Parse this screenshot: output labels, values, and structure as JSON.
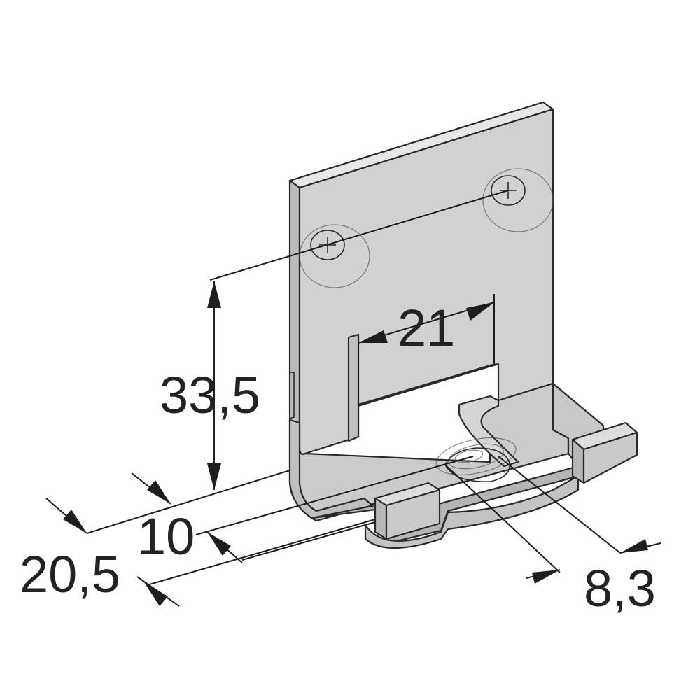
{
  "dimensions": {
    "height": "33,5",
    "slot_width": "21",
    "offset_front": "10",
    "depth": "20,5",
    "hole": "8,3"
  },
  "colors": {
    "part_face": "#cfd1d2",
    "part_light": "#e0e1e2",
    "part_dark": "#b7b9ba",
    "part_edge": "#c4c6c7",
    "line": "#2a2a2a",
    "background": "#ffffff"
  },
  "icons": {
    "screw_head": "cross-slot-screw-icon"
  }
}
